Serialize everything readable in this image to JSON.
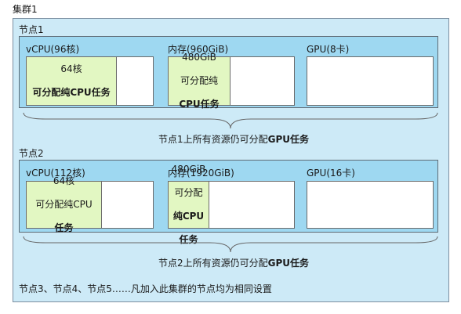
{
  "cluster": {
    "title": "集群1",
    "footer": "节点3、节点4、节点5……凡加入此集群的节点均为相同设置"
  },
  "nodes": [
    {
      "title": "节点1",
      "cpu_label": "vCPU(96核)",
      "mem_label": "内存(960GiB)",
      "gpu_label": "GPU(8卡)",
      "cpu_alloc": {
        "line1": "64核",
        "line2": "可分配纯CPU任务"
      },
      "mem_alloc": {
        "line1": "480GiB",
        "line2": "可分配纯",
        "line3": "CPU任务"
      },
      "summary": "节点1上所有资源仍可分配GPU任务"
    },
    {
      "title": "节点2",
      "cpu_label": "vCPU(112核)",
      "mem_label": "内存(1920GiB)",
      "gpu_label": "GPU(16卡)",
      "cpu_alloc": {
        "line1": "64核",
        "line2": "可分配纯CPU",
        "line3": "任务"
      },
      "mem_alloc": {
        "line1": "480GiB",
        "line2": "可分配",
        "line3": "纯CPU",
        "line4": "任务"
      },
      "summary": "节点2上所有资源仍可分配GPU任务"
    }
  ]
}
